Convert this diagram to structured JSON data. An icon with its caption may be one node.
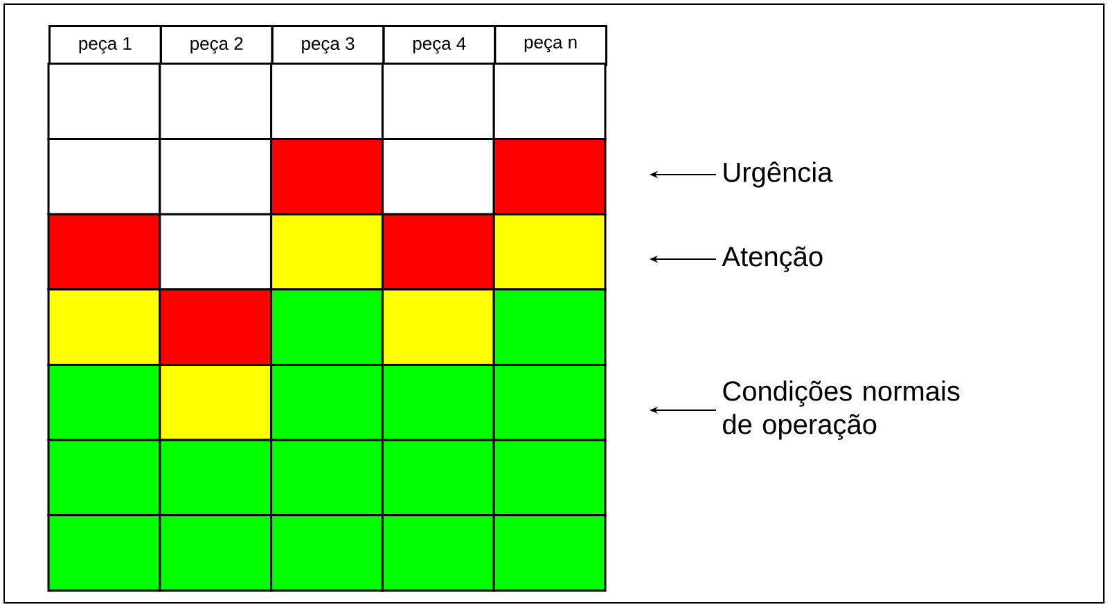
{
  "diagram": {
    "nodes": [
      {
        "text": [
          "Urgência"
        ]
      },
      {
        "text": [
          "Atenção"
        ]
      },
      {
        "text": [
          "Condições normais de operação"
        ]
      }
    ],
    "edges": [
      {
        "from": 0,
        "to": null,
        "arrow": "to"
      },
      {
        "from": 1,
        "to": null,
        "arrow": "to"
      },
      {
        "from": 2,
        "to": null,
        "arrow": "to"
      }
    ],
    "labels": [
      "peça 1",
      "peça 2",
      "peça 3",
      "peça 4",
      "peça n"
    ]
  }
}
